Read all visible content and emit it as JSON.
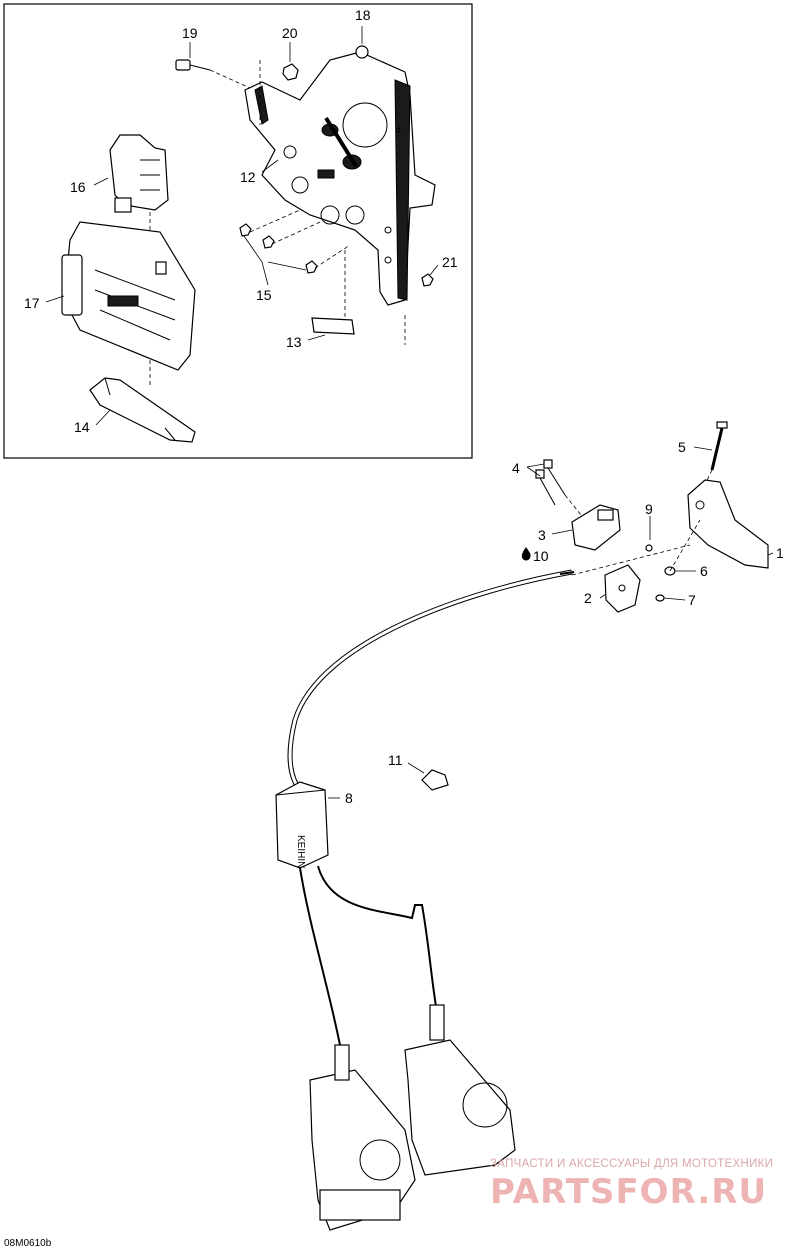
{
  "figure": {
    "code": "08M0610b",
    "watermark": {
      "tagline": "ЗАПЧАСТИ И АКСЕССУАРЫ ДЛЯ МОТОТЕХНИКИ",
      "brand": "PARTSFOR.RU"
    }
  },
  "callouts": {
    "c1": "1",
    "c2": "2",
    "c3": "3",
    "c4": "4",
    "c5": "5",
    "c6": "6",
    "c7": "7",
    "c8": "8",
    "c9": "9",
    "c10": "10",
    "c11": "11",
    "c12": "12",
    "c13": "13",
    "c14": "14",
    "c15": "15",
    "c16": "16",
    "c17": "17",
    "c18": "18",
    "c19": "19",
    "c20": "20",
    "c21": "21"
  },
  "icons": {
    "grease": "grease-drop-icon"
  }
}
